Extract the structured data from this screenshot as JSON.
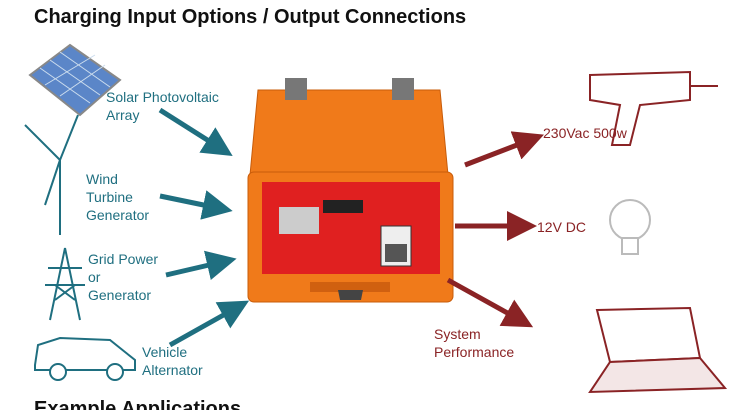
{
  "title": "Charging Input Options / Output Connections",
  "inputs": [
    "Solar Photovoltaic Array",
    "Wind Turbine Generator",
    "Grid Power or Generator",
    "Vehicle Alternator"
  ],
  "input_lines": [
    [
      "Solar Photovoltaic",
      "Array"
    ],
    [
      "Wind",
      "Turbine",
      "Generator"
    ],
    [
      "Grid Power",
      "or",
      "Generator"
    ],
    [
      "Vehicle",
      "Alternator"
    ]
  ],
  "outputs": [
    "230Vac 500w",
    "12V DC"
  ],
  "system_performance": [
    "System",
    "Performance"
  ],
  "footer": "Example Applications",
  "colors": {
    "input": "#1f6f80",
    "output": "#8a2325",
    "case": "#f07a1a",
    "panel": "#e02020"
  }
}
